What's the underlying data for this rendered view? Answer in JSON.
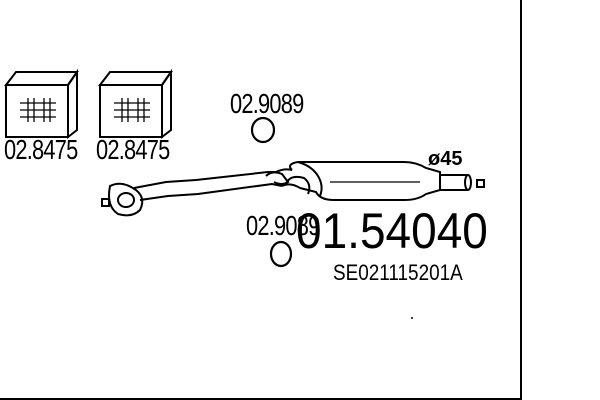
{
  "diagram": {
    "main_part_number": "01.54040",
    "reference_number": "SE021115201A",
    "pipe_diameter_label": "ø45",
    "parts": [
      {
        "code": "02.8475",
        "kind": "clamp-kit"
      },
      {
        "code": "02.8475",
        "kind": "clamp-kit"
      },
      {
        "code": "02.9089",
        "kind": "ring-gasket"
      },
      {
        "code": "02.9089",
        "kind": "ring-gasket"
      }
    ]
  },
  "colors": {
    "line": "#000000",
    "background": "#ffffff"
  }
}
